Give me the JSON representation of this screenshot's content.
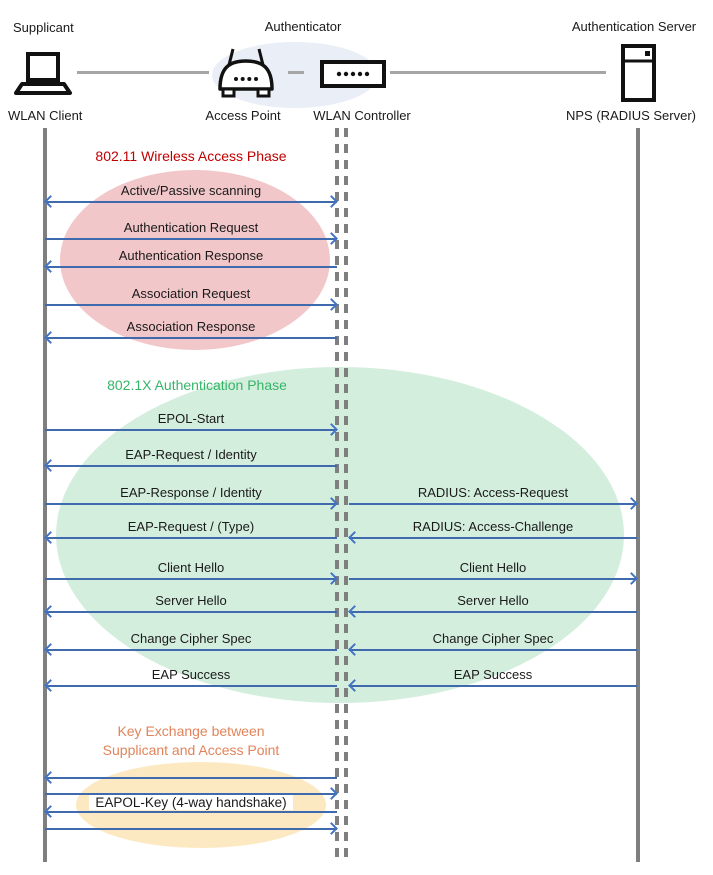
{
  "header": {
    "roles": {
      "supplicant": "Supplicant",
      "authenticator": "Authenticator",
      "auth_server": "Authentication Server"
    },
    "devices": {
      "client": "WLAN Client",
      "access_point": "Access Point",
      "controller": "WLAN Controller",
      "nps": "NPS (RADIUS Server)"
    }
  },
  "phases": {
    "p1": {
      "title": "802.11 Wireless Access Phase",
      "title_color": "#C00000",
      "ellipse_color": "#F2C7C9"
    },
    "p2": {
      "title": "802.1X Authentication Phase",
      "title_color": "#35B567",
      "ellipse_color": "#D4EEDE"
    },
    "p3": {
      "title_line1": "Key Exchange between",
      "title_line2": "Supplicant and Access Point",
      "title_color": "#E2845A",
      "ellipse_color": "#FCE9C1"
    }
  },
  "messages": {
    "scanning": "Active/Passive scanning",
    "auth_request": "Authentication Request",
    "auth_response": "Authentication Response",
    "assoc_request": "Association Request",
    "assoc_response": "Association Response",
    "epol_start": "EPOL-Start",
    "eap_request_identity": "EAP-Request / Identity",
    "eap_response_identity": "EAP-Response / Identity",
    "eap_request_type": "EAP-Request / (Type)",
    "client_hello_left": "Client Hello",
    "server_hello_left": "Server Hello",
    "change_cipher_left": "Change Cipher Spec",
    "eap_success_left": "EAP Success",
    "radius_access_request": "RADIUS: Access-Request",
    "radius_access_challenge": "RADIUS: Access-Challenge",
    "client_hello_right": "Client Hello",
    "server_hello_right": "Server Hello",
    "change_cipher_right": "Change Cipher Spec",
    "eap_success_right": "EAP Success",
    "eapol_key": "EAPOL-Key (4-way handshake)"
  },
  "colors": {
    "arrow_line": "#3F6AAE",
    "arrow_head": "#4374C4",
    "lifeline": "#7F7F7F",
    "connector": "#A6A6A6",
    "authenticator_highlight": "#EAEEF7"
  }
}
